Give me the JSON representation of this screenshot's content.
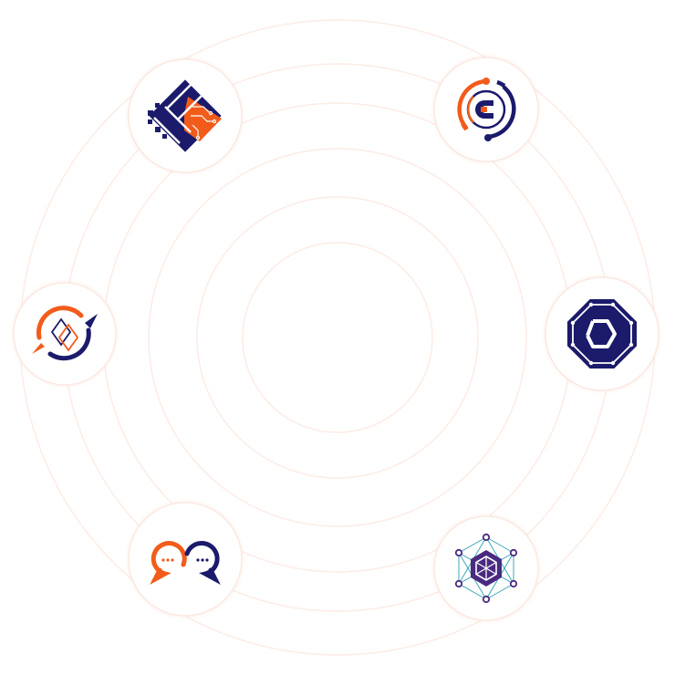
{
  "colors": {
    "navy": "#1b1a6b",
    "orange": "#f25c1b",
    "purple": "#4a2a80",
    "teal": "#3aa7b8",
    "ring": "#fcece6",
    "node_bg": "#ffffff",
    "node_border": "#fbe9e2"
  },
  "logos": [
    {
      "id": "circuit-diamond",
      "icon": "circuit-diamond-logo-icon"
    },
    {
      "id": "orbit-c",
      "icon": "orbit-c-logo-icon"
    },
    {
      "id": "hexagon-knot",
      "icon": "hexagon-knot-logo-icon"
    },
    {
      "id": "network-hexagon",
      "icon": "network-hexagon-logo-icon"
    },
    {
      "id": "chat-infinity",
      "icon": "chat-infinity-logo-icon"
    },
    {
      "id": "cube-swoosh",
      "icon": "cube-swoosh-logo-icon"
    }
  ]
}
